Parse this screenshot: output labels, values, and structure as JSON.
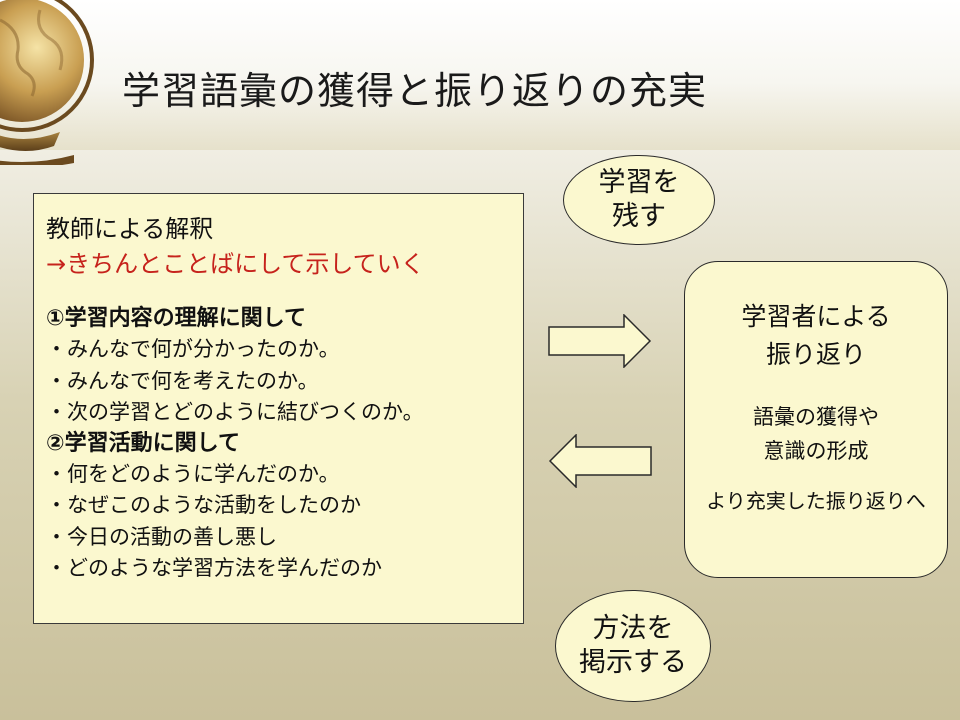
{
  "slide": {
    "title": "学習語彙の獲得と振り返りの充実"
  },
  "left_box": {
    "heading": "教師による解釈",
    "highlight": "→きちんとことばにして示していく",
    "section1": {
      "title": "①学習内容の理解に関して",
      "items": [
        "・みんなで何が分かったのか。",
        "・みんなで何を考えたのか。",
        "・次の学習とどのように結びつくのか。"
      ]
    },
    "section2": {
      "title": "②学習活動に関して",
      "items": [
        "・何をどのように学んだのか。",
        "・なぜこのような活動をしたのか",
        "・今日の活動の善し悪し",
        "・どのような学習方法を学んだのか"
      ]
    }
  },
  "right_box": {
    "heading_lines": [
      "学習者による",
      "振り返り"
    ],
    "middle_lines": [
      "語彙の獲得や",
      "意識の形成"
    ],
    "footer": "より充実した振り返りへ"
  },
  "ellipse_top": {
    "lines": [
      "学習を",
      "残す"
    ]
  },
  "ellipse_bottom": {
    "lines": [
      "方法を",
      "掲示する"
    ]
  },
  "colors": {
    "box_fill": "#fbf8cf",
    "highlight_text": "#c6231c",
    "outline": "#2a2a2a"
  },
  "icons": {
    "decoration": "globe-icon",
    "arrow_to_right_box": "arrow-right-icon",
    "arrow_to_left_box": "arrow-left-icon"
  }
}
